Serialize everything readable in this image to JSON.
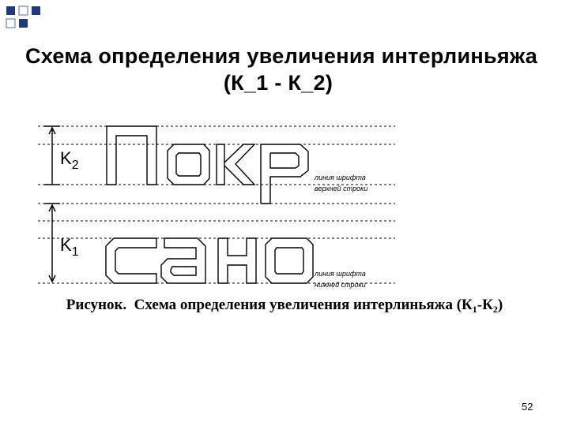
{
  "slide": {
    "title_line1": "Схема определения увеличения интерлиньяжа",
    "title_line2": "(К_1 - К_2)",
    "page_number": "52"
  },
  "figure": {
    "label_k2": "К2",
    "label_k1": "К1",
    "annotation_top": [
      "линия шрифта",
      "верхней строки"
    ],
    "annotation_bottom": [
      "линия шрифта",
      "нижней строки"
    ],
    "caption_prefix": "Рисунок.",
    "caption_text": "Схема определения увеличения интерлиньяжа (К",
    "caption_sub1": "1",
    "caption_dash": "-К",
    "caption_sub2": "2",
    "caption_end": ")"
  },
  "colors": {
    "accent_square": "#1f3a7a",
    "accent_outline": "#8a9cc4",
    "drawing": "#000000"
  }
}
